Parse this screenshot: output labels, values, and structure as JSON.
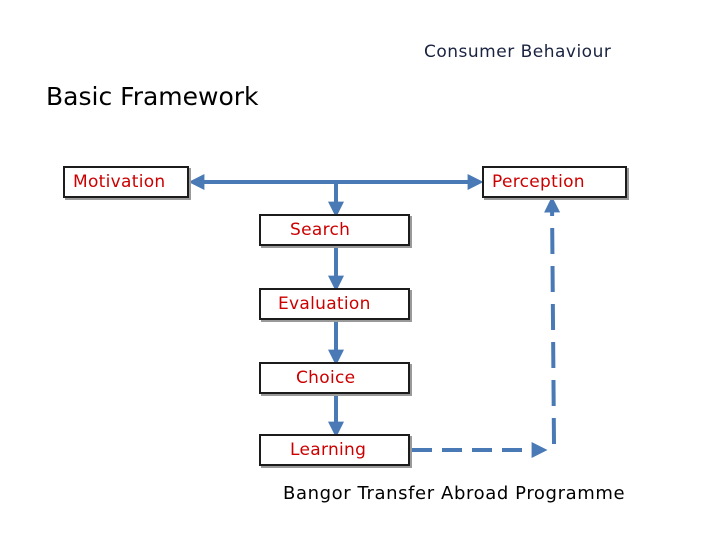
{
  "header": {
    "title": "Consumer Behaviour"
  },
  "slide": {
    "title": "Basic Framework"
  },
  "nodes": {
    "motivation": "Motivation",
    "perception": "Perception",
    "search": "Search",
    "evaluation": "Evaluation",
    "choice": "Choice",
    "learning": "Learning"
  },
  "footer": {
    "text": "Bangor Transfer Abroad Programme"
  },
  "colors": {
    "arrow": "#4a7ab5",
    "label": "#cc0000",
    "box_border": "#1c1c1c"
  }
}
